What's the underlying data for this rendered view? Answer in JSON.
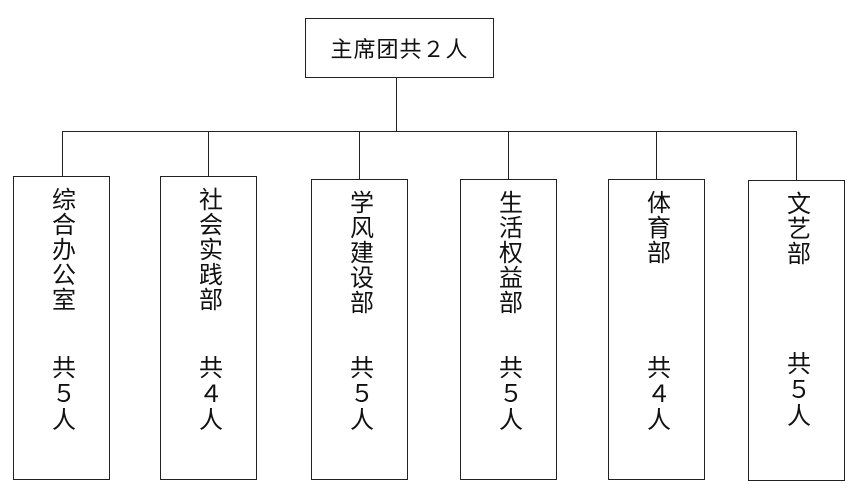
{
  "root": {
    "label": "主席团共２人"
  },
  "departments": [
    {
      "name": "综合办公室",
      "count": "共５人"
    },
    {
      "name": "社会实践部",
      "count": "共４人"
    },
    {
      "name": "学风建设部",
      "count": "共５人"
    },
    {
      "name": "生活权益部",
      "count": "共５人"
    },
    {
      "name": "体育部",
      "count": "共４人"
    },
    {
      "name": "文艺部",
      "count": "共５人"
    }
  ]
}
